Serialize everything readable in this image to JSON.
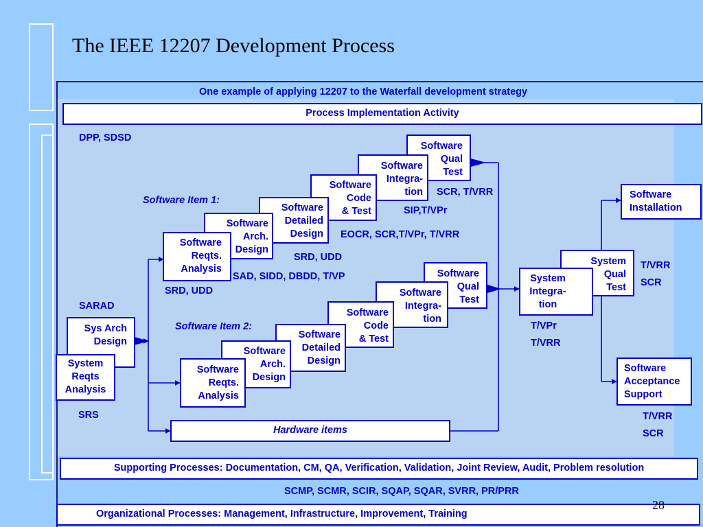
{
  "slide": {
    "title": "The IEEE 12207 Development Process",
    "page_number": "28"
  },
  "diagram": {
    "subtitle": "One example of applying 12207 to the Waterfall development strategy",
    "process_implementation": "Process Implementation Activity",
    "supporting_processes": "Supporting Processes: Documentation, CM, QA, Verification, Validation, Joint Review, Audit, Problem resolution",
    "support_outputs": "SCMP, SCMR, SCIR, SQAP, SQAR, SVRR, PR/PRR",
    "organizational_processes": "Organizational Processes: Management, Infrastructure, Improvement, Training",
    "item1_label": "Software Item 1:",
    "item2_label": "Software Item 2:",
    "hardware_items": "Hardware items",
    "annotations": {
      "dpp_sdsd": "DPP, SDSD",
      "sarad": "SARAD",
      "srs": "SRS",
      "srd_udd_1": "SRD, UDD",
      "sad_sidd": "SAD, SIDD, DBDD, T/VP",
      "srd_udd_2": "SRD, UDD",
      "eocr": "EOCR, SCR,T/VPr, T/VRR",
      "sip": "SIP,T/VPr",
      "scr_tvrr": "SCR, T/VRR",
      "sysint_tvpr": "T/VPr",
      "sysint_tvrr": "T/VRR",
      "sysqual_tvrr": "T/VRR",
      "sysqual_scr": "SCR",
      "accept_tvrr": "T/VRR",
      "accept_scr": "SCR"
    },
    "boxes": {
      "sys_reqts": "System\nReqts\nAnalysis",
      "sys_arch": "Sys Arch\nDesign",
      "i1_reqts": "Software\nReqts.\nAnalysis",
      "i1_arch": "Software\nArch.\nDesign",
      "i1_detailed": "Software\nDetailed\nDesign",
      "i1_code": "Software\nCode\n& Test",
      "i1_integ": "Software\nIntegra-\ntion",
      "i1_qual": "Software\nQual\nTest",
      "i2_reqts": "Software\nReqts.\nAnalysis",
      "i2_arch": "Software\nArch.\nDesign",
      "i2_detailed": "Software\nDetailed\nDesign",
      "i2_code": "Software\nCode\n& Test",
      "i2_integ": "Software\nIntegra-\ntion",
      "i2_qual": "Software\nQual\nTest",
      "sys_integ": "System\nIntegra-\ntion",
      "sys_qual": "System\nQual\nTest",
      "sw_install": "Software\nInstallation",
      "sw_accept": "Software\nAcceptance\nSupport"
    }
  }
}
